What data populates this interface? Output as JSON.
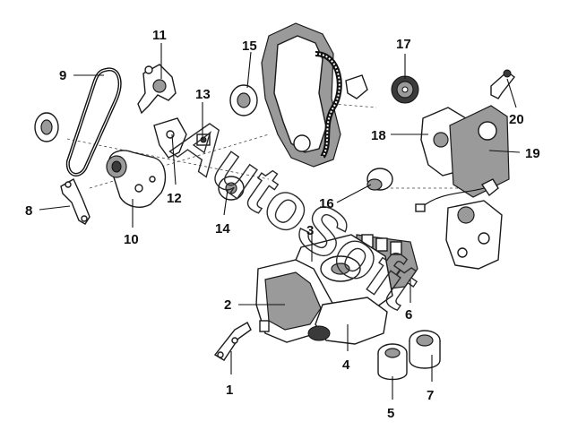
{
  "diagram": {
    "watermark": "AutoSoft",
    "callouts": [
      {
        "id": "1",
        "label": "1"
      },
      {
        "id": "2",
        "label": "2"
      },
      {
        "id": "3",
        "label": "3"
      },
      {
        "id": "4",
        "label": "4"
      },
      {
        "id": "5",
        "label": "5"
      },
      {
        "id": "6",
        "label": "6"
      },
      {
        "id": "7",
        "label": "7"
      },
      {
        "id": "8",
        "label": "8"
      },
      {
        "id": "9",
        "label": "9"
      },
      {
        "id": "10",
        "label": "10"
      },
      {
        "id": "11",
        "label": "11"
      },
      {
        "id": "12",
        "label": "12"
      },
      {
        "id": "13",
        "label": "13"
      },
      {
        "id": "14",
        "label": "14"
      },
      {
        "id": "15",
        "label": "15"
      },
      {
        "id": "16",
        "label": "16"
      },
      {
        "id": "17",
        "label": "17"
      },
      {
        "id": "18",
        "label": "18"
      },
      {
        "id": "19",
        "label": "19"
      },
      {
        "id": "20",
        "label": "20"
      }
    ]
  }
}
